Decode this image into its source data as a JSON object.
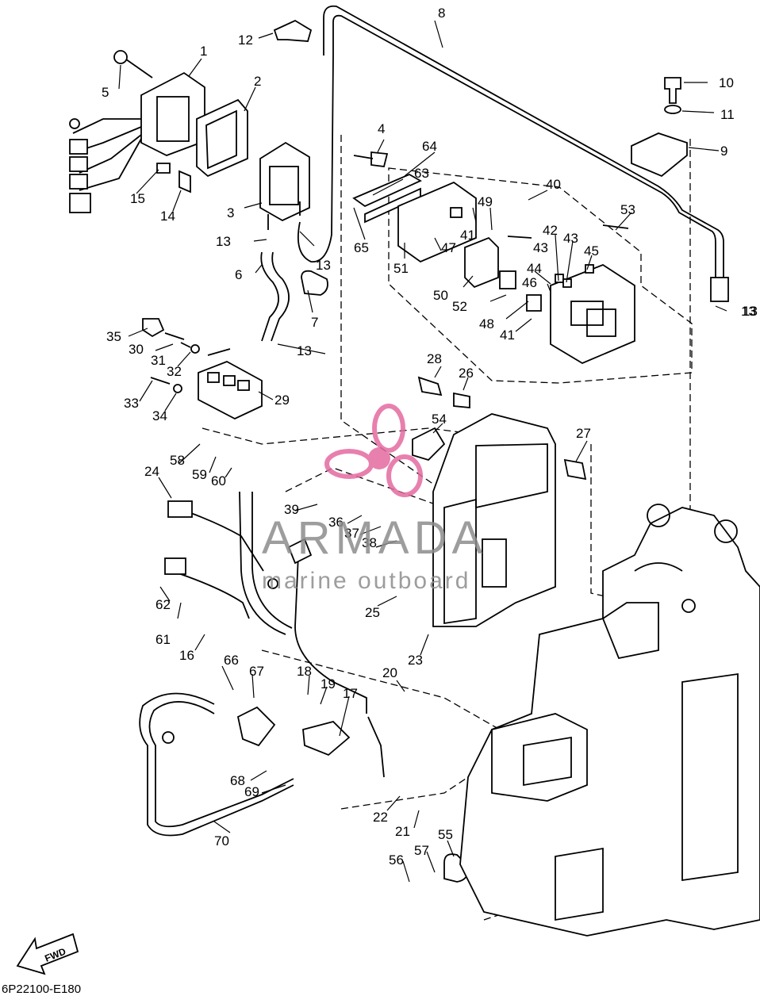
{
  "diagram_code": "6P22100-E180",
  "fwd_label": "FWD",
  "watermark": {
    "brand": "ARMADA",
    "tagline": "marine outboard"
  },
  "colors": {
    "ink": "#000000",
    "watermark_gray": "#8c8c8c",
    "watermark_pink": "#e56aa0"
  },
  "callouts": [
    "1",
    "2",
    "3",
    "4",
    "5",
    "6",
    "7",
    "8",
    "9",
    "10",
    "11",
    "12",
    "13",
    "13",
    "13",
    "13",
    "13",
    "14",
    "15",
    "16",
    "17",
    "18",
    "19",
    "20",
    "21",
    "22",
    "23",
    "24",
    "25",
    "26",
    "27",
    "28",
    "29",
    "30",
    "31",
    "32",
    "33",
    "34",
    "35",
    "36",
    "37",
    "38",
    "39",
    "40",
    "41",
    "41",
    "42",
    "43",
    "43",
    "44",
    "45",
    "46",
    "47",
    "48",
    "49",
    "50",
    "51",
    "52",
    "53",
    "54",
    "55",
    "56",
    "57",
    "58",
    "59",
    "60",
    "61",
    "62",
    "63",
    "64",
    "65",
    "66",
    "67",
    "68",
    "69",
    "70"
  ]
}
